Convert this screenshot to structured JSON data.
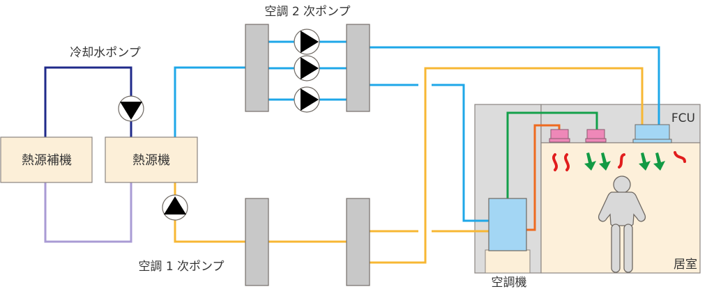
{
  "labels": {
    "cooling_pump": "冷却水ポンプ",
    "secondary_pump": "空調 2 次ポンプ",
    "primary_pump": "空調 1 次ポンプ",
    "heat_source_aux": "熱源補機",
    "heat_source": "熱源機",
    "fcu": "FCU",
    "room": "居室",
    "ahu": "空調機"
  },
  "colors": {
    "chilled_water": "#1ea7e8",
    "hot_water": "#f7b733",
    "cooling_water_supply": "#1f2a8a",
    "cooling_water_return": "#a99bd4",
    "air_supply": "#13a04a",
    "air_return": "#ee6a1f",
    "header": "#c8c8c8",
    "equipment": "#fcefd8",
    "room": "#fdf0da",
    "ceiling": "#dcdcdc",
    "unit": "#a3d6f4",
    "diffuser": "#ee88b8",
    "warm_air": "#e11d1d",
    "cool_air": "#129a44"
  }
}
